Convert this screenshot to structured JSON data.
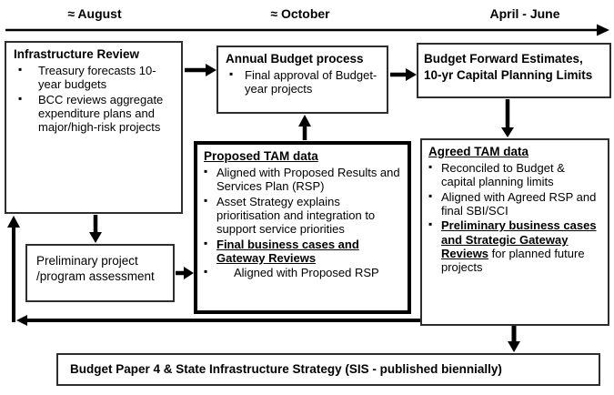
{
  "timeline": {
    "august_label": "≈ August",
    "october_label": "≈ October",
    "april_june_label": "April - June"
  },
  "boxes": {
    "infrastructure_review": {
      "title": "Infrastructure Review",
      "bullets": [
        "Treasury forecasts 10-year budgets",
        "BCC reviews aggregate expenditure plans and major/high-risk projects"
      ]
    },
    "annual_budget": {
      "title": "Annual Budget process",
      "bullets": [
        "Final approval of Budget-year projects"
      ]
    },
    "budget_forward": {
      "title": "Budget Forward Estimates, 10-yr Capital Planning Limits"
    },
    "proposed_tam": {
      "title": "Proposed TAM data",
      "bullets": [
        {
          "lead": "",
          "rest": "Aligned with Proposed Results and Services Plan (RSP)"
        },
        {
          "lead": "",
          "rest": "Asset Strategy explains prioritisation and integration to support service priorities"
        },
        {
          "lead": "Final business cases and Gateway Reviews",
          "rest": ""
        },
        {
          "lead": "",
          "rest": "Aligned with Proposed RSP"
        }
      ]
    },
    "agreed_tam": {
      "title": "Agreed TAM data",
      "bullets": [
        {
          "lead": "",
          "rest": "Reconciled to Budget & capital planning limits"
        },
        {
          "lead": "",
          "rest": "Aligned with Agreed RSP and final SBI/SCI"
        },
        {
          "lead": "Preliminary business cases and Strategic Gateway Reviews",
          "rest": " for planned future projects"
        }
      ]
    },
    "preliminary_assessment": {
      "text": "Preliminary project /program assessment"
    },
    "bottom_strip": {
      "text": "Budget Paper 4 & State Infrastructure Strategy (SIS - published biennially)"
    }
  },
  "colors": {
    "ink": "#000000",
    "thin_border": "#2e2e2e",
    "background": "#ffffff"
  }
}
